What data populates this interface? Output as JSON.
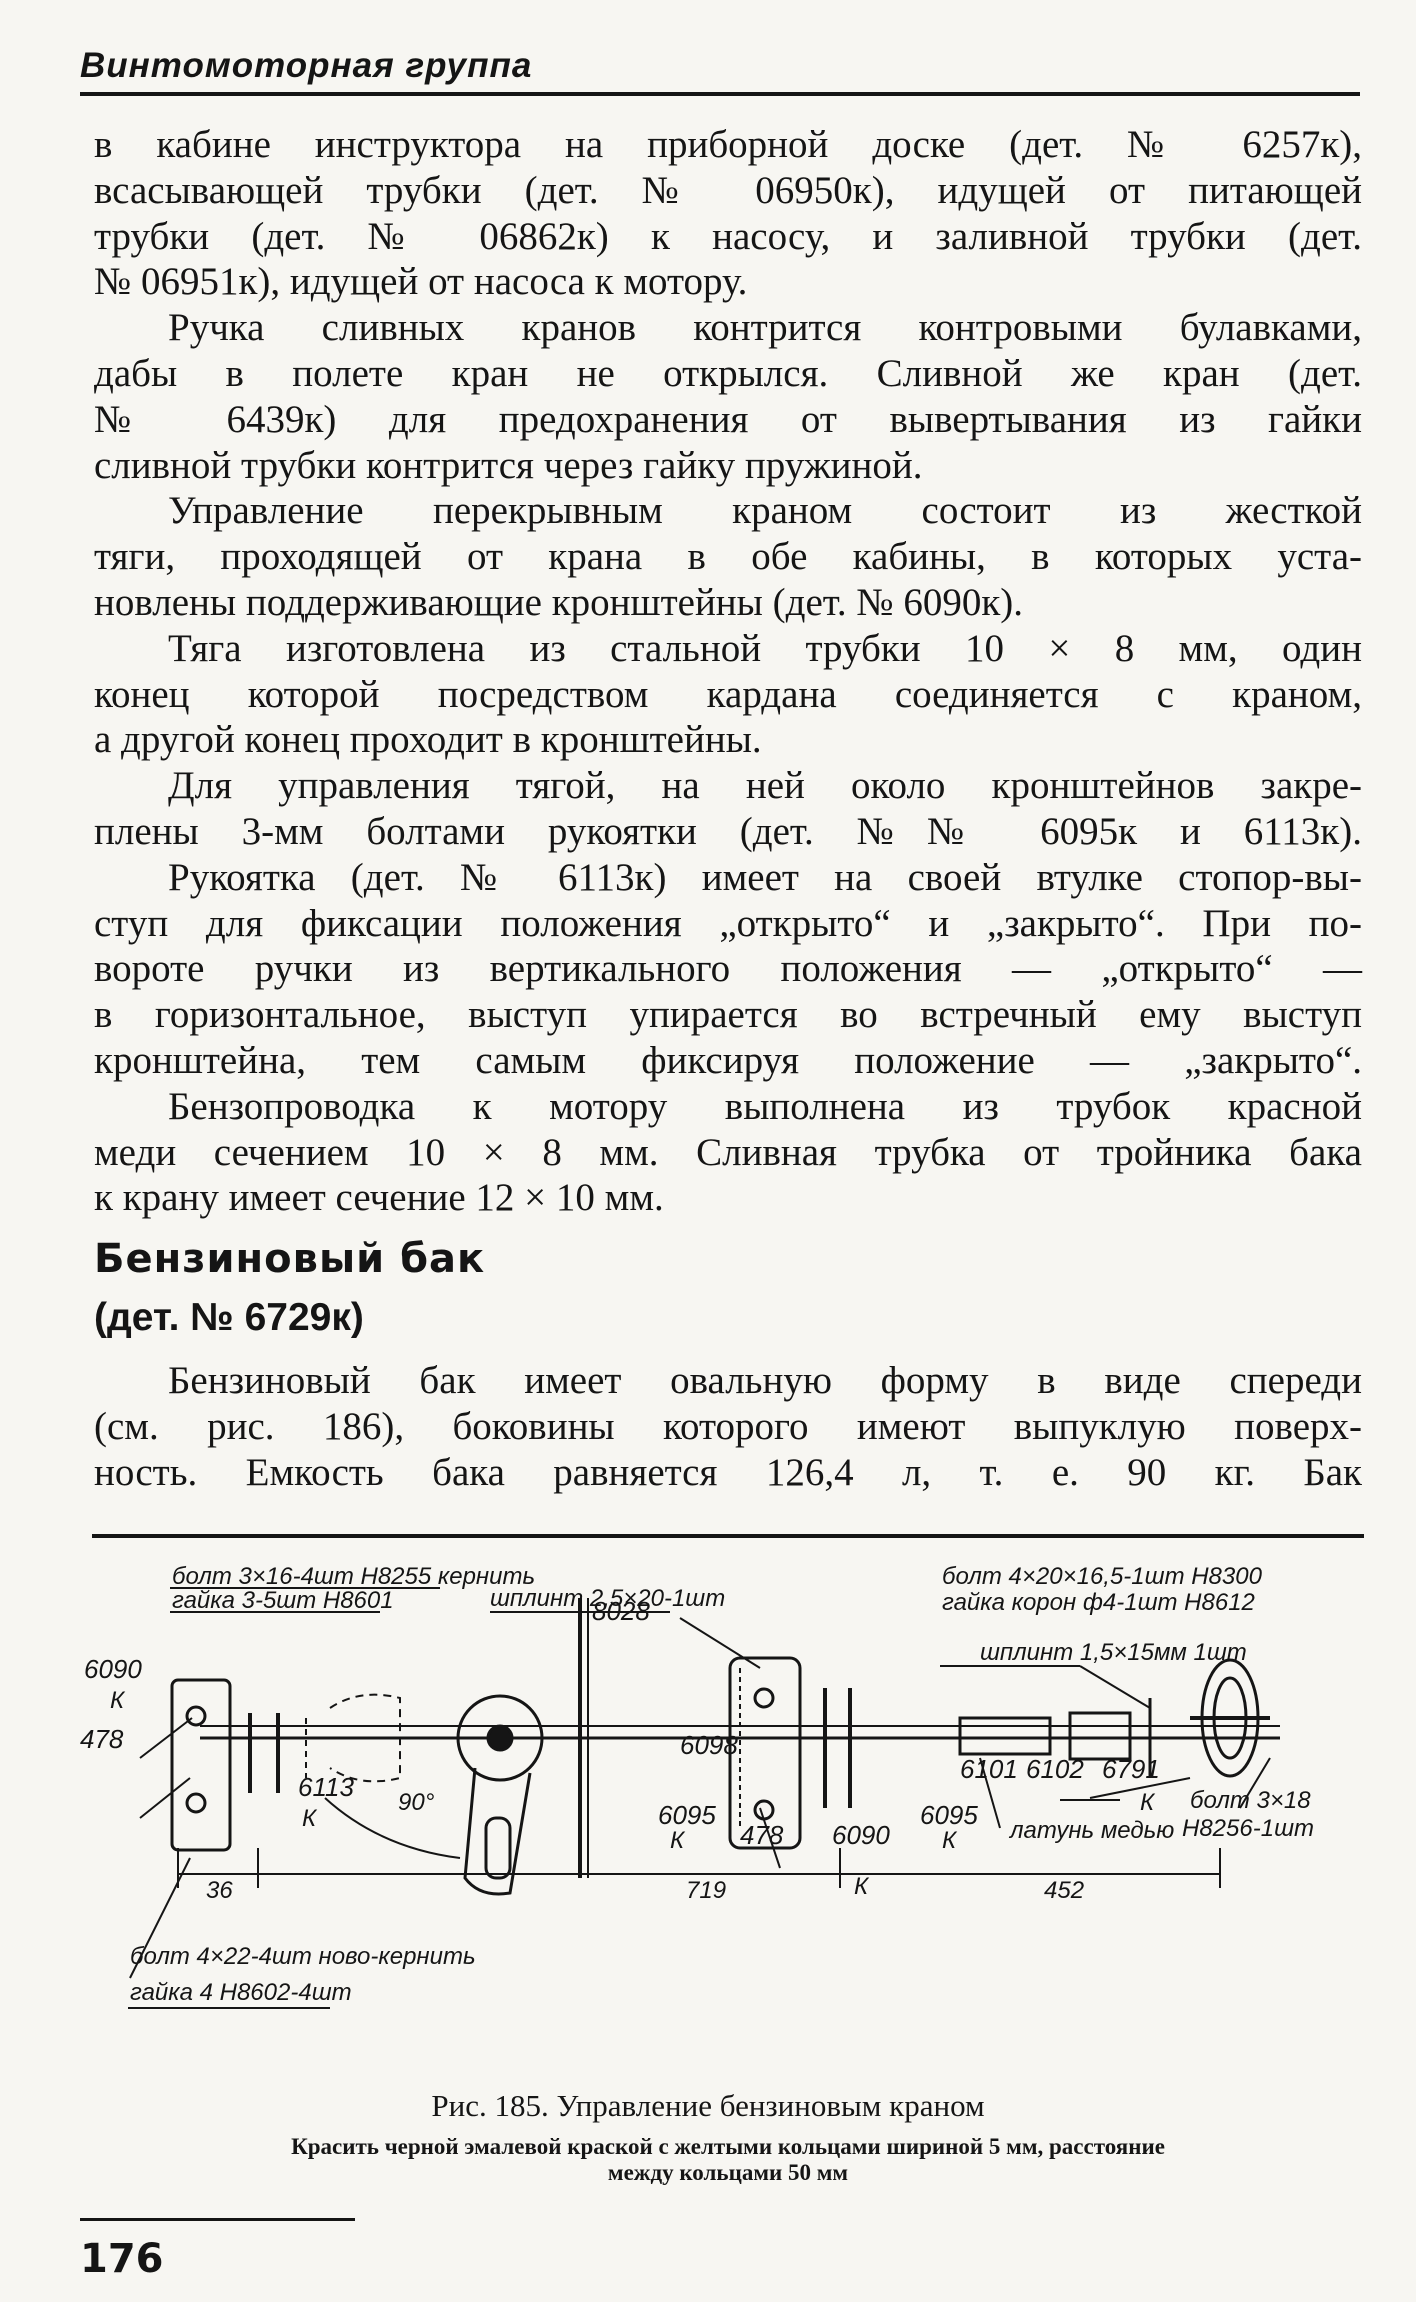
{
  "header": {
    "running_head": "Винтомоторная группа"
  },
  "body": [
    {
      "lines": [
        "в кабине инструктора на приборной доске (дет. № 6257к),",
        "всасывающей трубки (дет. № 06950к), идущей от питающей",
        "трубки (дет. № 06862к) к насосу, и заливной трубки (дет.",
        "№ 06951к), идущей от насоса к мотору."
      ]
    },
    {
      "lines": [
        "Ручка сливных кранов контрится контровыми булавками,",
        "дабы в полете кран не открылся. Сливной же кран (дет.",
        "№ 6439к) для предохранения от вывертывания из гайки",
        "сливной трубки контрится через гайку пружиной."
      ]
    },
    {
      "lines": [
        "Управление перекрывным краном состоит из жесткой",
        "тяги, проходящей от крана в обе кабины, в которых уста-",
        "новлены поддерживающие кронштейны (дет. № 6090к)."
      ]
    },
    {
      "lines": [
        "Тяга изготовлена из стальной трубки 10 × 8 мм, один",
        "конец которой посредством кардана соединяется с краном,",
        "а другой конец проходит в кронштейны."
      ]
    },
    {
      "lines": [
        "Для управления тягой, на ней около кронштейнов закре-",
        "плены 3-мм болтами рукоятки (дет. №№ 6095к и 6113к)."
      ]
    },
    {
      "lines": [
        "Рукоятка (дет. № 6113к) имеет на своей втулке стопор-вы-",
        "ступ для фиксации положения „открыто“ и „закрыто“. При по-",
        "вороте ручки из вертикального положения — „открыто“ —",
        "в горизонтальное, выступ упирается во встречный ему выступ",
        "кронштейна, тем самым фиксируя положение — „закрыто“."
      ]
    },
    {
      "lines": [
        "Бензопроводка к мотору выполнена из трубок красной",
        "меди сечением 10 × 8 мм. Сливная трубка от тройника бака",
        "к крану имеет сечение 12 × 10 мм."
      ]
    }
  ],
  "section": {
    "title": "Бензиновый бак",
    "subtitle": "(дет. № 6729к)",
    "lines": [
      "Бензиновый бак имеет овальную форму в виде спереди",
      "(см. рис. 186), боковины которого имеют выпуклую поверх-",
      "ность. Емкость бака равняется 126,4 л, т. е. 90 кг. Бак"
    ]
  },
  "figure": {
    "labels": {
      "bolt1": "болт 3×16-4шт Н8255 кернить",
      "nut1": "гайка 3-5шт Н8601",
      "p8028": "8028",
      "cotter1": "шплинт 2,5×20-1шт",
      "bolt2": "болт 4×20×16,5-1шт Н8300",
      "nut2": "гайка корон ф4-1шт Н8612",
      "cotter2": "шплинт 1,5×15мм 1шт",
      "p6090a": "6090",
      "k1": "К",
      "p478a": "478",
      "p6113": "6113",
      "k2": "К",
      "angle": "90°",
      "p6098": "6098",
      "p6095a": "6095",
      "k3": "К",
      "p478b": "478",
      "p6090b": "6090",
      "k4": "К",
      "p6095b": "6095",
      "k5": "К",
      "p6101": "6101",
      "p6102": "6102",
      "p6791": "6791",
      "k6": "К",
      "brass": "латунь медью",
      "bolt3": "болт 3×18",
      "bolt3b": "Н8256-1шт",
      "d36": "36",
      "d719": "719",
      "d452": "452",
      "bolt4": "болт 4×22-4шт ново-кернить",
      "nut4": "гайка 4 Н8602-4шт"
    },
    "caption": "Рис. 185. Управление бензиновым краном",
    "note_line1": "Красить черной эмалевой краской с желтыми кольцами шириной 5 мм, расстояние",
    "note_line2": "между кольцами 50 мм"
  },
  "footer": {
    "page_number": "176"
  }
}
